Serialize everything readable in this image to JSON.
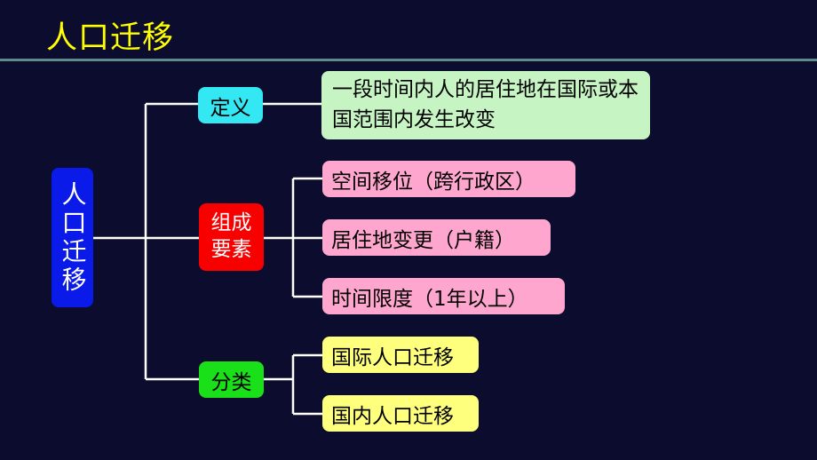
{
  "title": "人口迁移",
  "root": "人口迁移",
  "categories": {
    "definition": "定义",
    "components": "组成要素",
    "classification": "分类"
  },
  "definition_text": "一段时间内人的居住地在国际或本国范围内发生改变",
  "components": [
    "空间移位（跨行政区）",
    "居住地变更（户籍）",
    "时间限度（1年以上）"
  ],
  "classification": [
    "国际人口迁移",
    "国内人口迁移"
  ],
  "colors": {
    "background": "#0c0c2e",
    "title": "#ffff00",
    "root": "#0a1ae8",
    "definition": "#33e7f3",
    "components": "#f80000",
    "classification": "#1ae01a",
    "definition_leaf": "#c6f5c3",
    "component_leaf": "#ffa6cf",
    "classification_leaf": "#ffff7e",
    "connector": "#ffffff"
  }
}
